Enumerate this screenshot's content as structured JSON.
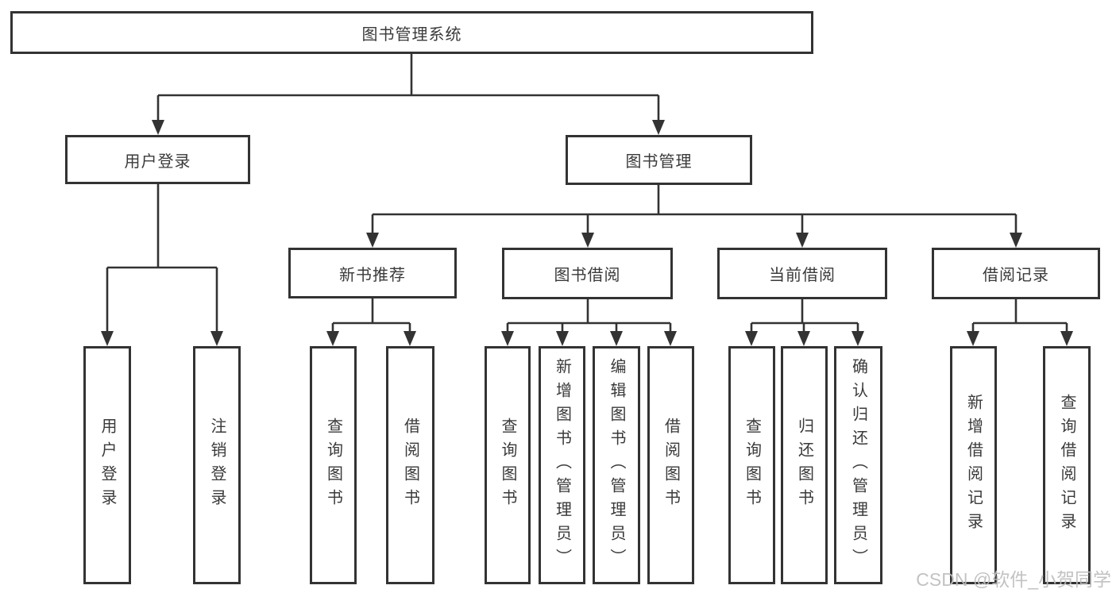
{
  "diagram": {
    "root": {
      "label": "图书管理系统"
    },
    "level2": [
      {
        "label": "用户登录"
      },
      {
        "label": "图书管理"
      }
    ],
    "level3": [
      {
        "label": "新书推荐"
      },
      {
        "label": "图书借阅"
      },
      {
        "label": "当前借阅"
      },
      {
        "label": "借阅记录"
      }
    ],
    "leaves": {
      "user": [
        "用户登录",
        "注销登录"
      ],
      "recommend": [
        "查询图书",
        "借阅图书"
      ],
      "borrow": [
        "查询图书",
        "新增图书（管理员）",
        "编辑图书（管理员）",
        "借阅图书"
      ],
      "current": [
        "查询图书",
        "归还图书",
        "确认归还（管理员）"
      ],
      "records": [
        "新增借阅记录",
        "查询借阅记录"
      ]
    }
  },
  "watermark": {
    "text": "CSDN @软件_小贺同学"
  },
  "colors": {
    "line": "#333333",
    "text": "#3a3a3a",
    "box_background": "#ffffff",
    "watermark": "#bdbdbd",
    "background": "#ffffff"
  }
}
